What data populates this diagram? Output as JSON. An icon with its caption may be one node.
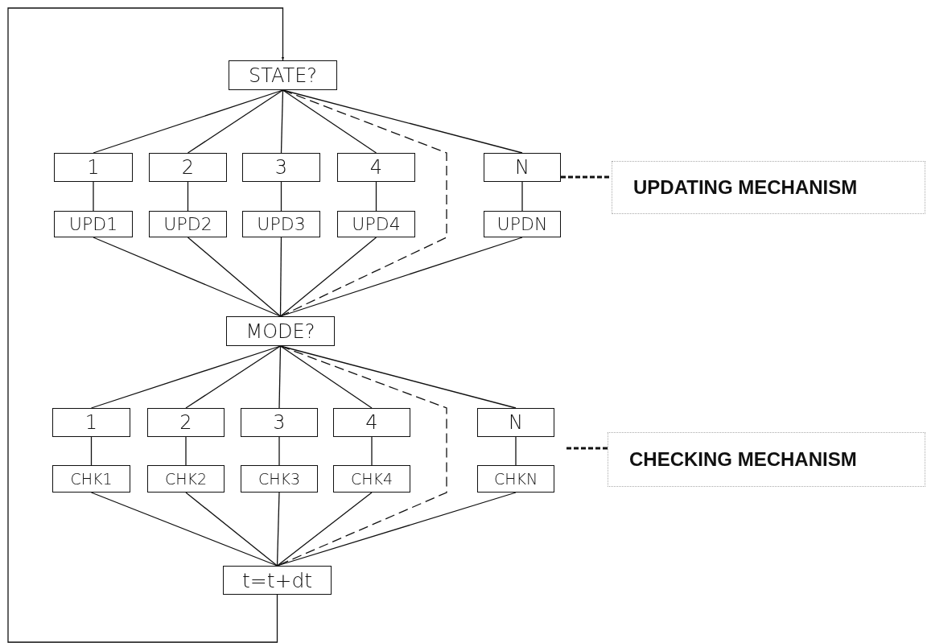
{
  "diagram": {
    "nodes": [
      {
        "text": [
          "STATE?"
        ]
      },
      {
        "text": [
          "1"
        ]
      },
      {
        "text": [
          "2"
        ]
      },
      {
        "text": [
          "3"
        ]
      },
      {
        "text": [
          "4"
        ]
      },
      {
        "text": [
          "N"
        ]
      },
      {
        "text": [
          "UPD1"
        ]
      },
      {
        "text": [
          "UPD2"
        ]
      },
      {
        "text": [
          "UPD3"
        ]
      },
      {
        "text": [
          "UPD4"
        ]
      },
      {
        "text": [
          "UPDN"
        ]
      },
      {
        "text": [
          "MODE?"
        ]
      },
      {
        "text": [
          "1"
        ]
      },
      {
        "text": [
          "2"
        ]
      },
      {
        "text": [
          "3"
        ]
      },
      {
        "text": [
          "4"
        ]
      },
      {
        "text": [
          "N"
        ]
      },
      {
        "text": [
          "CHK1"
        ]
      },
      {
        "text": [
          "CHK2"
        ]
      },
      {
        "text": [
          "CHK3"
        ]
      },
      {
        "text": [
          "CHK4"
        ]
      },
      {
        "text": [
          "CHKN"
        ]
      },
      {
        "text": [
          "t=t+dt"
        ]
      },
      {
        "text": [
          "UPDATING MECHANISM"
        ]
      },
      {
        "text": [
          "CHECKING MECHANISM"
        ]
      }
    ],
    "edges": [
      {
        "from": 0,
        "to": 1,
        "arrow": "none"
      },
      {
        "from": 0,
        "to": 2,
        "arrow": "none"
      },
      {
        "from": 0,
        "to": 3,
        "arrow": "none"
      },
      {
        "from": 0,
        "to": 4,
        "arrow": "none"
      },
      {
        "from": 0,
        "to": 5,
        "arrow": "none"
      },
      {
        "from": 1,
        "to": 6,
        "arrow": "none"
      },
      {
        "from": 2,
        "to": 7,
        "arrow": "none"
      },
      {
        "from": 3,
        "to": 8,
        "arrow": "none"
      },
      {
        "from": 4,
        "to": 9,
        "arrow": "none"
      },
      {
        "from": 5,
        "to": 10,
        "arrow": "none"
      },
      {
        "from": 6,
        "to": 11,
        "arrow": "none"
      },
      {
        "from": 7,
        "to": 11,
        "arrow": "none"
      },
      {
        "from": 8,
        "to": 11,
        "arrow": "none"
      },
      {
        "from": 9,
        "to": 11,
        "arrow": "none"
      },
      {
        "from": 10,
        "to": 11,
        "arrow": "none"
      },
      {
        "from": 0,
        "to": 11,
        "arrow": "none",
        "style": "dashed"
      },
      {
        "from": 11,
        "to": 12,
        "arrow": "none"
      },
      {
        "from": 11,
        "to": 13,
        "arrow": "none"
      },
      {
        "from": 11,
        "to": 14,
        "arrow": "none"
      },
      {
        "from": 11,
        "to": 15,
        "arrow": "none"
      },
      {
        "from": 11,
        "to": 16,
        "arrow": "none"
      },
      {
        "from": 12,
        "to": 17,
        "arrow": "none"
      },
      {
        "from": 13,
        "to": 18,
        "arrow": "none"
      },
      {
        "from": 14,
        "to": 19,
        "arrow": "none"
      },
      {
        "from": 15,
        "to": 20,
        "arrow": "none"
      },
      {
        "from": 16,
        "to": 21,
        "arrow": "none"
      },
      {
        "from": 17,
        "to": 22,
        "arrow": "none"
      },
      {
        "from": 18,
        "to": 22,
        "arrow": "none"
      },
      {
        "from": 19,
        "to": 22,
        "arrow": "none"
      },
      {
        "from": 20,
        "to": 22,
        "arrow": "none"
      },
      {
        "from": 21,
        "to": 22,
        "arrow": "none"
      },
      {
        "from": 11,
        "to": 22,
        "arrow": "none",
        "style": "dashed"
      },
      {
        "from": 22,
        "to": 0,
        "arrow": "to"
      },
      {
        "from": 5,
        "to": 23,
        "arrow": "none",
        "style": "dashed"
      },
      {
        "from": 16,
        "to": 24,
        "arrow": "none",
        "style": "dashed"
      }
    ]
  }
}
